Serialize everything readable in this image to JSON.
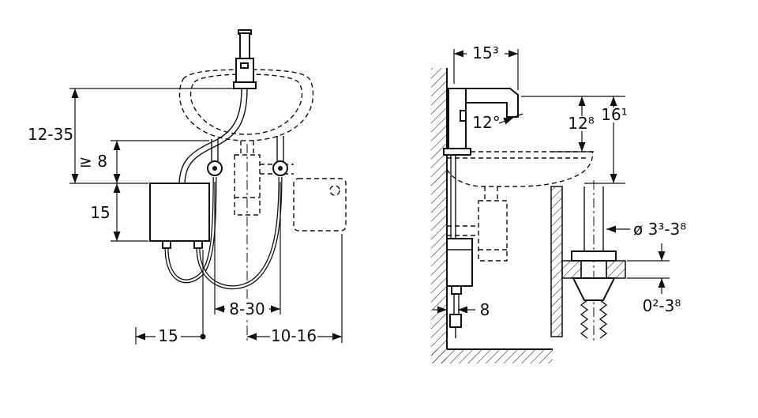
{
  "front_view": {
    "labels": {
      "height_range": "12-35",
      "min_clearance": "≥ 8",
      "box_height": "15",
      "hose_range": "8-30",
      "box_width": "15",
      "trap_range": "10-16"
    }
  },
  "side_view": {
    "labels": {
      "spout_depth": "15³",
      "spout_angle": "12°",
      "outlet_height": "12⁸",
      "total_height": "16¹",
      "wall_offset": "8"
    }
  },
  "detail_view": {
    "labels": {
      "pipe_diameter": "ø 3³-3⁸",
      "mount_thickness": "0²-3⁸"
    }
  }
}
